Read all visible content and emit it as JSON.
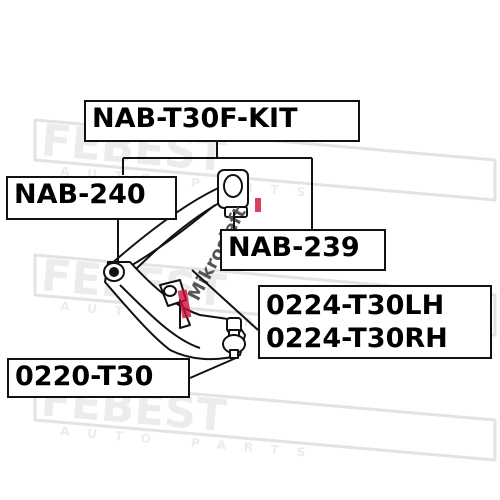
{
  "brand": {
    "watermark_logo": "FEBEST",
    "watermark_sub": "AUTO PARTS",
    "stamp": "Mikrosieft"
  },
  "labels": {
    "kit": "NAB-T30F-KIT",
    "bushing_front": "NAB-240",
    "bushing_rear": "NAB-239",
    "ball_joint_left": "0224-T30LH",
    "ball_joint_right": "0224-T30RH",
    "ball_joint_bottom": "0220-T30"
  },
  "colors": {
    "line": "#111111",
    "watermark": "#e6e6e6",
    "accent": "#d0103a"
  }
}
